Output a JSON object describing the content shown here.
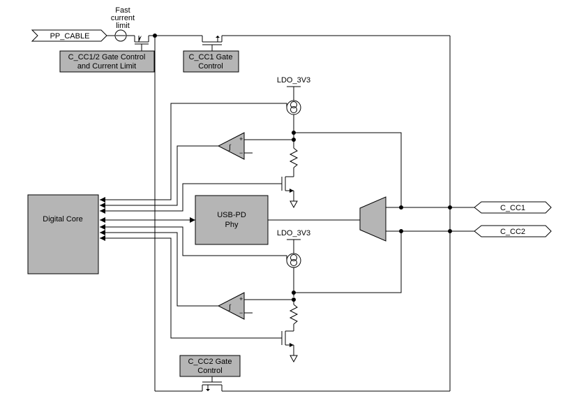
{
  "ports": {
    "pp_cable": "PP_CABLE",
    "c_cc1": "C_CC1",
    "c_cc2": "C_CC2"
  },
  "annotations": {
    "fast_current_limit": [
      "Fast",
      "current",
      "limit"
    ],
    "ldo_top": "LDO_3V3",
    "ldo_bottom": "LDO_3V3"
  },
  "blocks": {
    "gate_ctrl_main": [
      "C_CC1/2 Gate Control",
      "and Current Limit"
    ],
    "cc1_gate": [
      "C_CC1 Gate",
      "Control"
    ],
    "cc2_gate": [
      "C_CC2 Gate",
      "Control"
    ],
    "digital_core": "Digital Core",
    "usb_pd_phy": [
      "USB-PD",
      "Phy"
    ]
  },
  "colors": {
    "block_fill": "#b5b5b5",
    "wire": "#000000"
  }
}
